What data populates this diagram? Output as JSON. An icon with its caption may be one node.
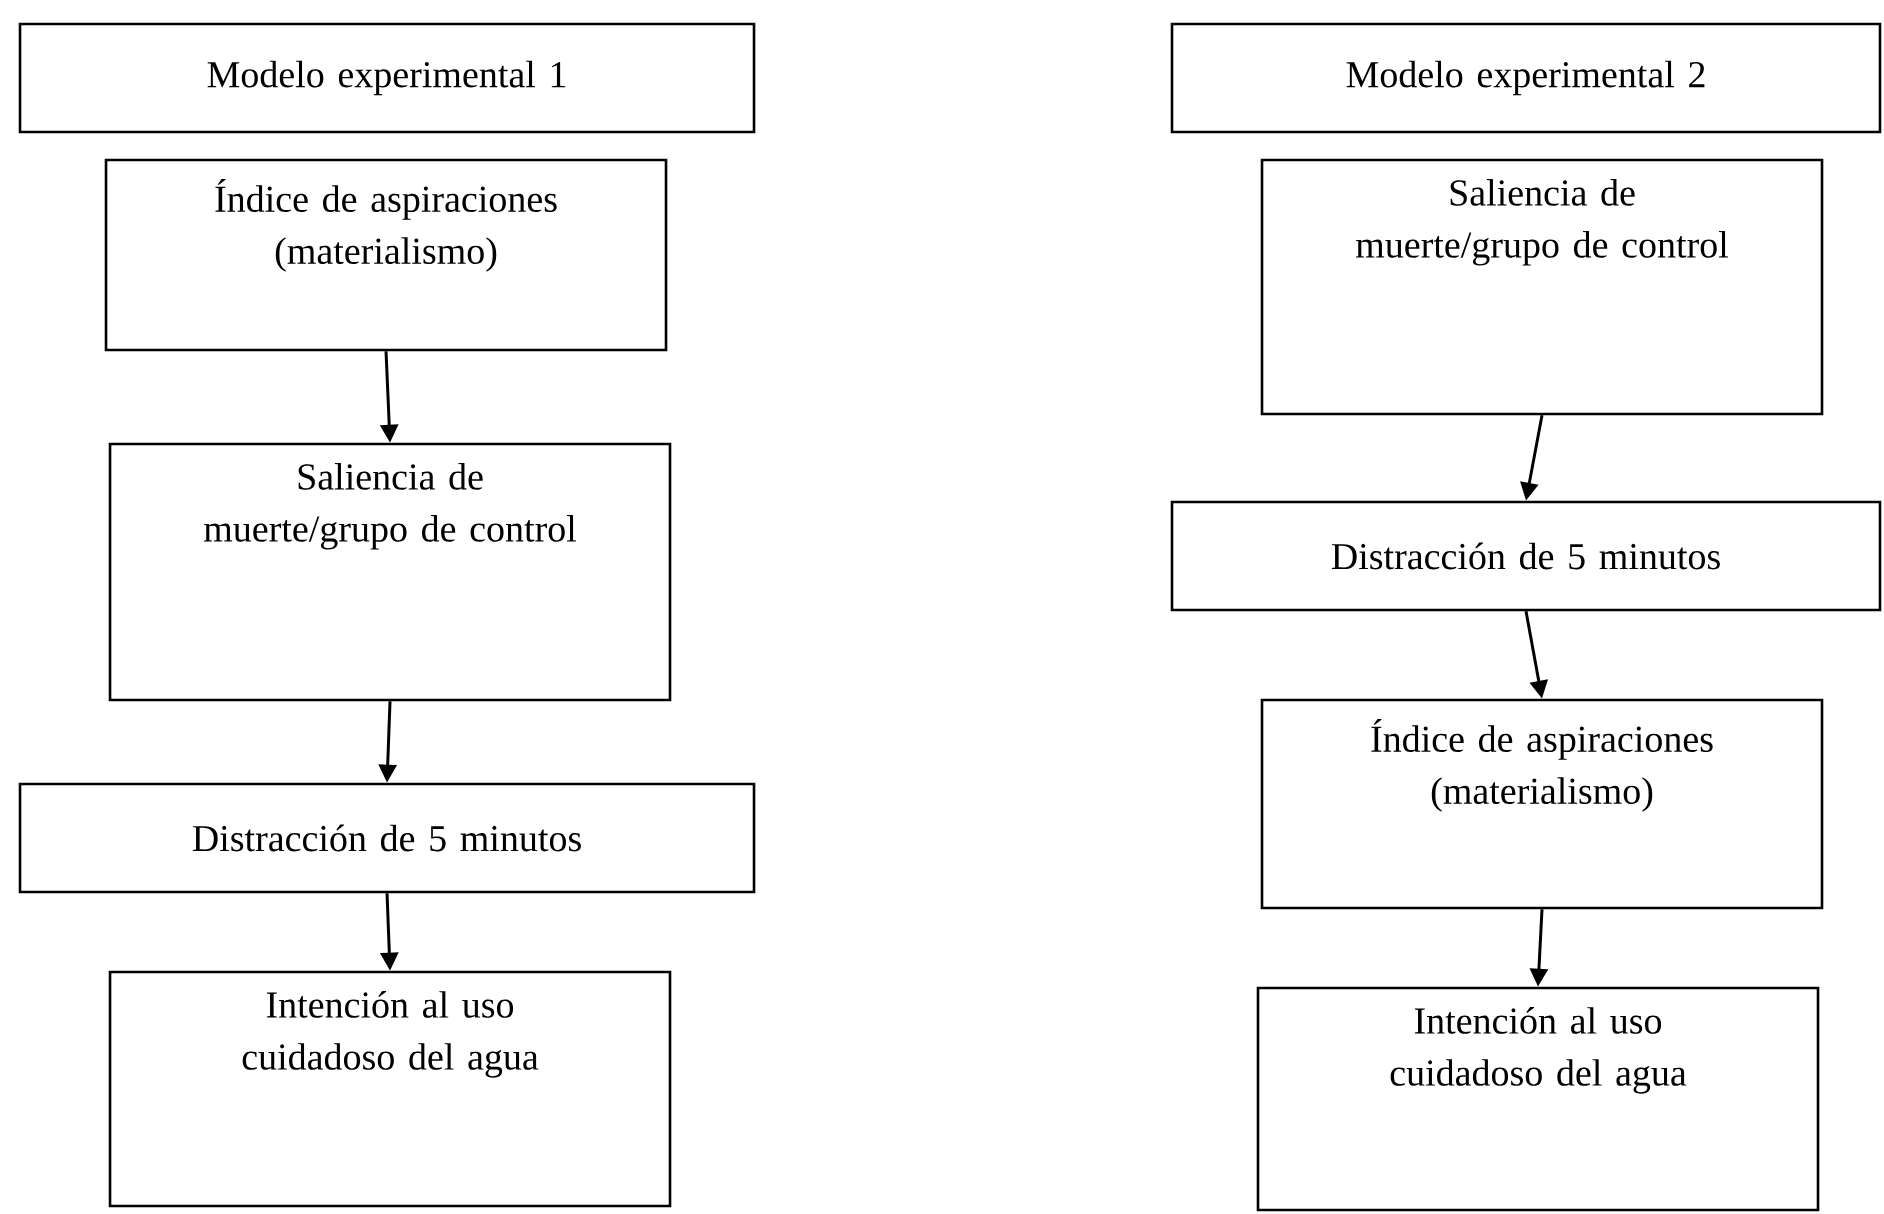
{
  "diagram": {
    "nodes": [
      {
        "text": [
          "Modelo experimental 1"
        ]
      },
      {
        "text": [
          "Índice de aspiraciones (materialismo)"
        ]
      },
      {
        "text": [
          "Saliencia de muerte/grupo de control"
        ]
      },
      {
        "text": [
          "Distracción de 5 minutos"
        ]
      },
      {
        "text": [
          "Intención al uso cuidadoso del agua"
        ]
      },
      {
        "text": [
          "Modelo experimental 2"
        ]
      },
      {
        "text": [
          "Saliencia de muerte/grupo de control"
        ]
      },
      {
        "text": [
          "Distracción de 5 minutos"
        ]
      },
      {
        "text": [
          "Índice de aspiraciones (materialismo)"
        ]
      },
      {
        "text": [
          "Intención al uso cuidadoso del agua"
        ]
      }
    ],
    "edges": [
      {
        "from": 1,
        "to": 2,
        "arrow": "to"
      },
      {
        "from": 2,
        "to": 3,
        "arrow": "to"
      },
      {
        "from": 3,
        "to": 4,
        "arrow": "to"
      },
      {
        "from": 6,
        "to": 7,
        "arrow": "to"
      },
      {
        "from": 7,
        "to": 8,
        "arrow": "to"
      },
      {
        "from": 8,
        "to": 9,
        "arrow": "to"
      }
    ]
  }
}
